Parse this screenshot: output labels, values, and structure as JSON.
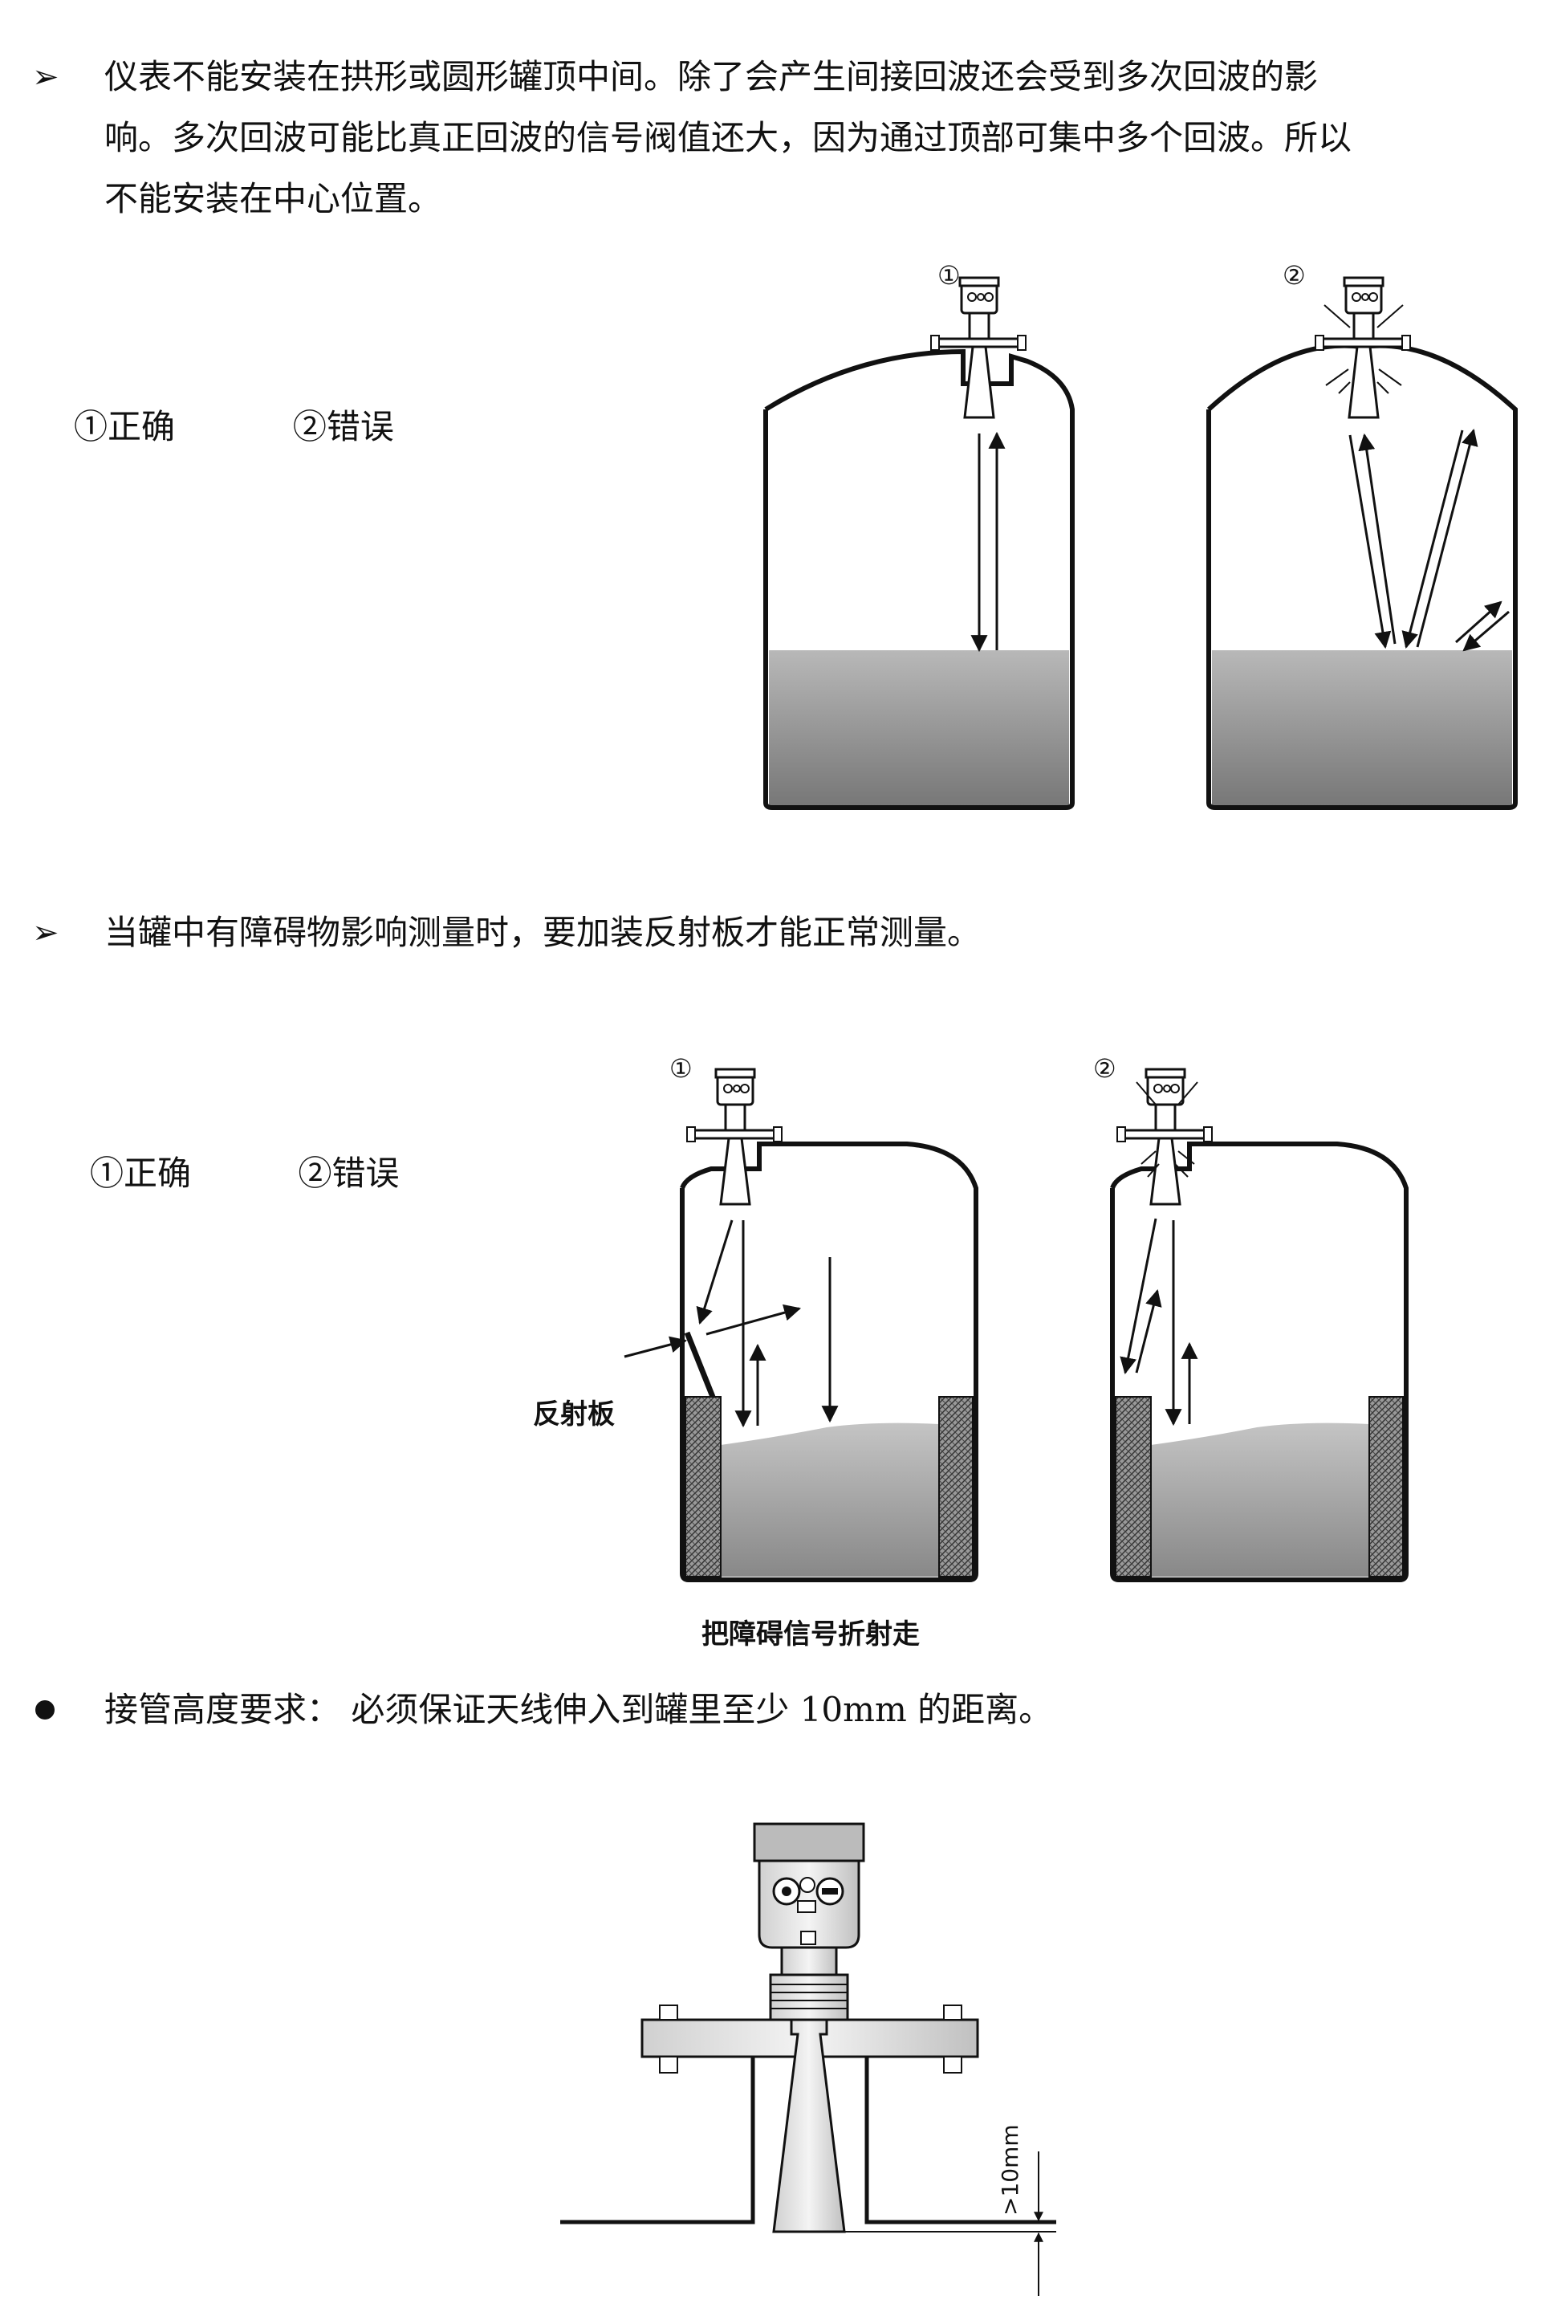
{
  "section1": {
    "bullet": "➢",
    "lines": [
      "仪表不能安装在拱形或圆形罐顶中间。除了会产生间接回波还会受到多次回波的影",
      "响。多次回波可能比真正回波的信号阀值还大，因为通过顶部可集中多个回波。所以",
      "不能安装在中心位置。"
    ],
    "legend": "①正确           ②错误",
    "fig_markers": [
      "①",
      "②"
    ]
  },
  "section2": {
    "bullet": "➢",
    "text": "当罐中有障碍物影响测量时，要加装反射板才能正常测量。",
    "legend": "①正确          ②错误",
    "fig_markers": [
      "①",
      "②"
    ],
    "reflector_label": "反射板",
    "caption": "把障碍信号折射走"
  },
  "section3": {
    "text": "接管高度要求： 必须保证天线伸入到罐里至少 10mm 的距离。",
    "dimension_label": ">10mm"
  }
}
